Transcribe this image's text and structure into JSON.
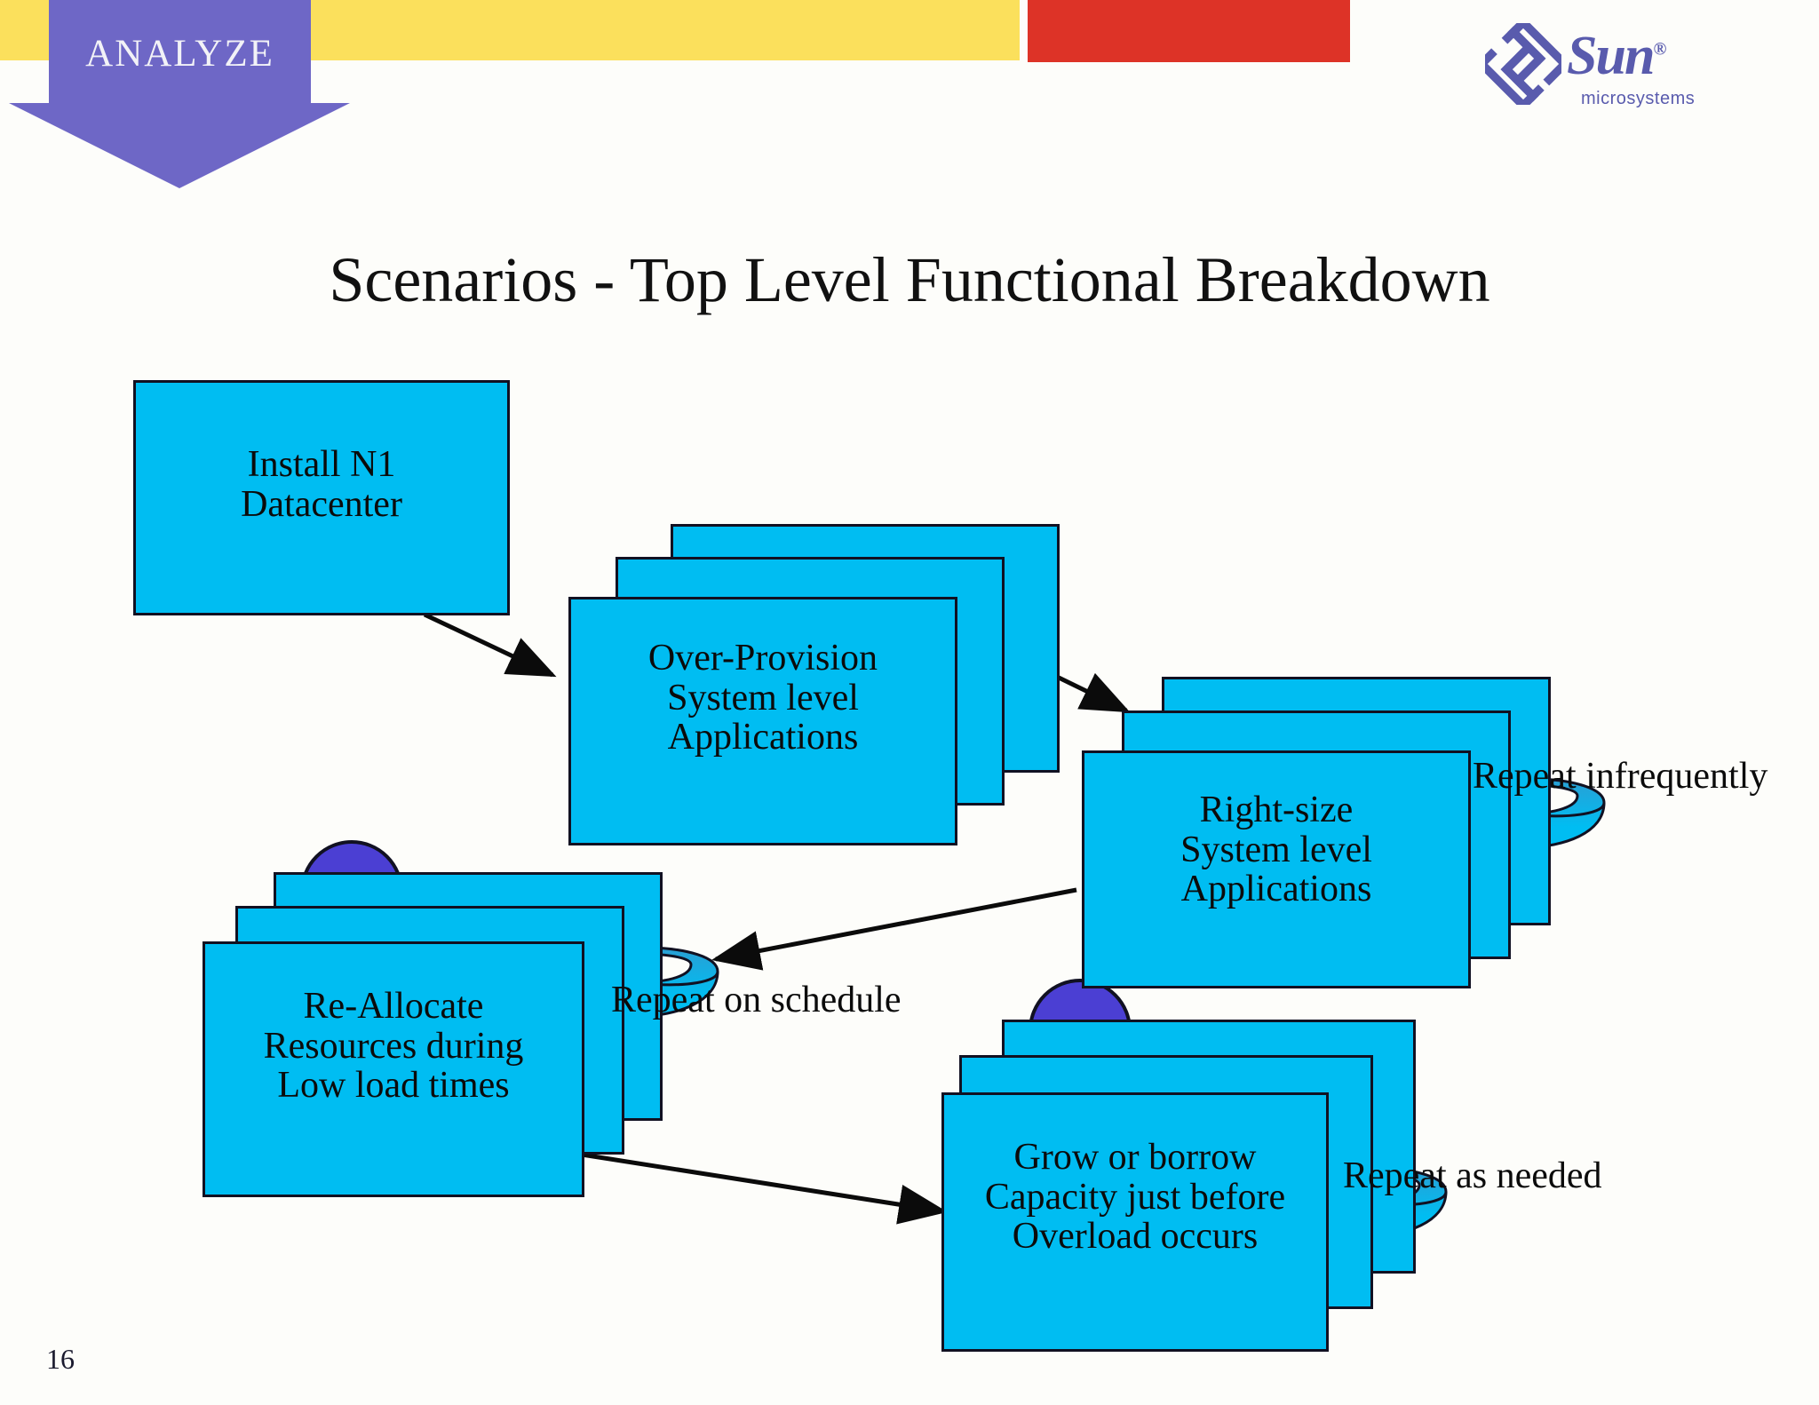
{
  "slide": {
    "banner_label": "ANALYZE",
    "title": "Scenarios - Top Level Functional Breakdown",
    "page_number": "16",
    "colors": {
      "band_yellow": "#fbe05c",
      "band_red": "#dd3327",
      "banner_purple": "#6e67c6",
      "box_cyan": "#00bdf2",
      "hook_arrow_purple": "#4b3fd3",
      "loop_arrow_cyan": "#29a8dd",
      "logo_purple": "#595bad"
    }
  },
  "logo": {
    "wordmark": "Sun",
    "registered": "®",
    "subtitle": "microsystems"
  },
  "flow": {
    "nodes": [
      {
        "id": "install-n1-datacenter",
        "lines": [
          "Install N1",
          "Datacenter"
        ],
        "stacked": false,
        "has_loop_arrow": false,
        "has_hook_arrow": false,
        "repeat_label": ""
      },
      {
        "id": "over-provision",
        "lines": [
          "Over-Provision",
          "System level",
          "Applications"
        ],
        "stacked": true,
        "has_loop_arrow": false,
        "has_hook_arrow": false,
        "repeat_label": ""
      },
      {
        "id": "right-size",
        "lines": [
          "Right-size",
          "System level",
          "Applications"
        ],
        "stacked": true,
        "has_loop_arrow": true,
        "has_hook_arrow": false,
        "repeat_label": "Repeat infrequently"
      },
      {
        "id": "re-allocate",
        "lines": [
          "Re-Allocate",
          "Resources during",
          "Low load times"
        ],
        "stacked": true,
        "has_loop_arrow": true,
        "has_hook_arrow": true,
        "repeat_label": "Repeat on schedule"
      },
      {
        "id": "grow-or-borrow",
        "lines": [
          "Grow or borrow",
          "Capacity just before",
          "Overload occurs"
        ],
        "stacked": true,
        "has_loop_arrow": true,
        "has_hook_arrow": true,
        "repeat_label": "Repeat as needed"
      }
    ],
    "connectors": [
      {
        "from": "install-n1-datacenter",
        "to": "over-provision"
      },
      {
        "from": "over-provision",
        "to": "right-size"
      },
      {
        "from": "right-size",
        "to": "re-allocate"
      },
      {
        "from": "re-allocate",
        "to": "grow-or-borrow"
      }
    ]
  }
}
